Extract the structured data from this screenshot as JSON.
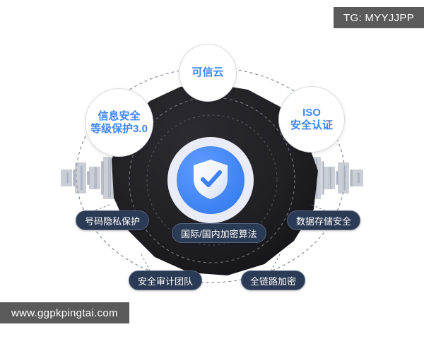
{
  "watermarks": {
    "top_right": "TG: MYYJJPP",
    "bottom_left": "www.ggpkpingtai.com"
  },
  "colors": {
    "brand_blue": "#3d86f5",
    "dark_core": "#1d1d21",
    "pill_fill": "#2c3b55",
    "pill_border": "#56637d",
    "ring_light": "#e9ecf6",
    "wave_bar": "#b9c0cd",
    "watermark_bg": "#5a5a5a"
  },
  "center": {
    "icon": "shield-check-icon"
  },
  "certification_bubbles": [
    {
      "id": "trusted-cloud",
      "lines": [
        "可信云"
      ]
    },
    {
      "id": "infosec-level",
      "lines": [
        "信息安全",
        "等级保护3.0"
      ]
    },
    {
      "id": "iso",
      "lines": [
        "ISO",
        "安全认证"
      ]
    }
  ],
  "feature_pills": [
    {
      "id": "number-privacy",
      "label": "号码隐私保护"
    },
    {
      "id": "data-storage",
      "label": "数据存储安全"
    },
    {
      "id": "encryption",
      "label": "国际/国内加密算法"
    },
    {
      "id": "audit-team",
      "label": "安全审计团队"
    },
    {
      "id": "full-link",
      "label": "全链路加密"
    }
  ],
  "decor": {
    "left_waveform": "audio-waveform-icon",
    "right_waveform": "audio-waveform-icon",
    "dashed_orbit": "dashed-ellipse",
    "inner_dashed_rings": 2
  }
}
